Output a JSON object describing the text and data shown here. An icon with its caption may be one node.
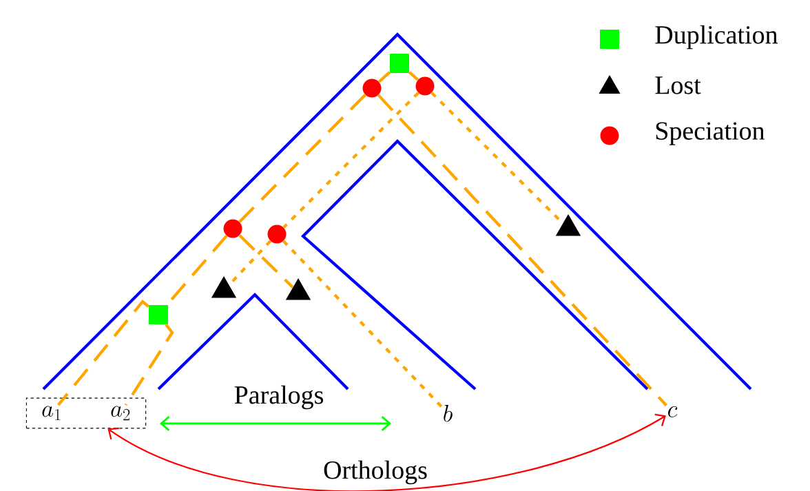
{
  "diagram": {
    "nodes": [
      {
        "text": [],
        "shape": "square"
      },
      {
        "text": [],
        "shape": "circle"
      },
      {
        "text": [],
        "shape": "circle"
      },
      {
        "text": [],
        "shape": "triangle"
      },
      {
        "text": [],
        "shape": "circle"
      },
      {
        "text": [],
        "shape": "circle"
      },
      {
        "text": [],
        "shape": "triangle"
      },
      {
        "text": [],
        "shape": "triangle"
      },
      {
        "text": [],
        "shape": "square"
      },
      {
        "text": [],
        "shape": "box"
      },
      {
        "text": [
          "a_1"
        ],
        "in": 9
      },
      {
        "text": [
          "a_2"
        ],
        "in": 9
      },
      {
        "text": [
          "b"
        ]
      },
      {
        "text": [
          "c"
        ]
      }
    ],
    "edges": [
      {
        "from": 0,
        "to": 1,
        "arrow": "none"
      },
      {
        "from": 0,
        "to": 2,
        "arrow": "none"
      },
      {
        "from": 1,
        "to": 4,
        "arrow": "none",
        "style": "dashed"
      },
      {
        "from": 1,
        "to": 13,
        "arrow": "none",
        "style": "dashed"
      },
      {
        "from": 2,
        "to": 5,
        "arrow": "none",
        "style": "dashed"
      },
      {
        "from": 2,
        "to": 3,
        "arrow": "none",
        "style": "dashed"
      },
      {
        "from": 4,
        "to": 8,
        "arrow": "none",
        "style": "dashed"
      },
      {
        "from": 4,
        "to": 7,
        "arrow": "none",
        "style": "dashed"
      },
      {
        "from": 5,
        "to": 6,
        "arrow": "none",
        "style": "dashed"
      },
      {
        "from": 5,
        "to": 12,
        "arrow": "none",
        "style": "dashed"
      },
      {
        "from": 8,
        "to": 10,
        "arrow": "none",
        "style": "dashed"
      },
      {
        "from": 8,
        "to": 11,
        "arrow": "none",
        "style": "dashed"
      },
      {
        "from": 9,
        "to": 13,
        "arrow": "both",
        "color": "#ff0000",
        "label": "Orthologs"
      }
    ],
    "labels": [
      "Paralogs"
    ],
    "legend": [
      {
        "text": "Duplication"
      },
      {
        "text": "Lost"
      },
      {
        "text": "Speciation"
      }
    ]
  }
}
